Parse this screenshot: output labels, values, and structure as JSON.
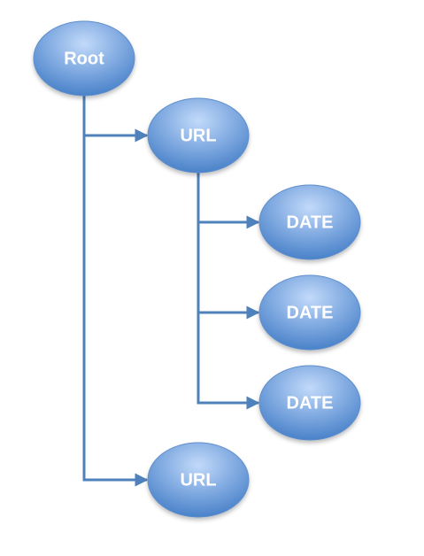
{
  "diagram": {
    "nodes": [
      {
        "id": "root",
        "label": "Root"
      },
      {
        "id": "url1",
        "label": "URL"
      },
      {
        "id": "date1",
        "label": "DATE"
      },
      {
        "id": "date2",
        "label": "DATE"
      },
      {
        "id": "date3",
        "label": "DATE"
      },
      {
        "id": "url2",
        "label": "URL"
      }
    ],
    "edges": [
      {
        "from": "root",
        "to": "url1"
      },
      {
        "from": "url1",
        "to": "date1"
      },
      {
        "from": "url1",
        "to": "date2"
      },
      {
        "from": "url1",
        "to": "date3"
      },
      {
        "from": "root",
        "to": "url2"
      }
    ],
    "colors": {
      "node_light": "#a9c8ef",
      "node_dark": "#4a82c9",
      "node_border": "#5f8fcc",
      "connector": "#4f81bd",
      "label": "#ffffff"
    }
  }
}
